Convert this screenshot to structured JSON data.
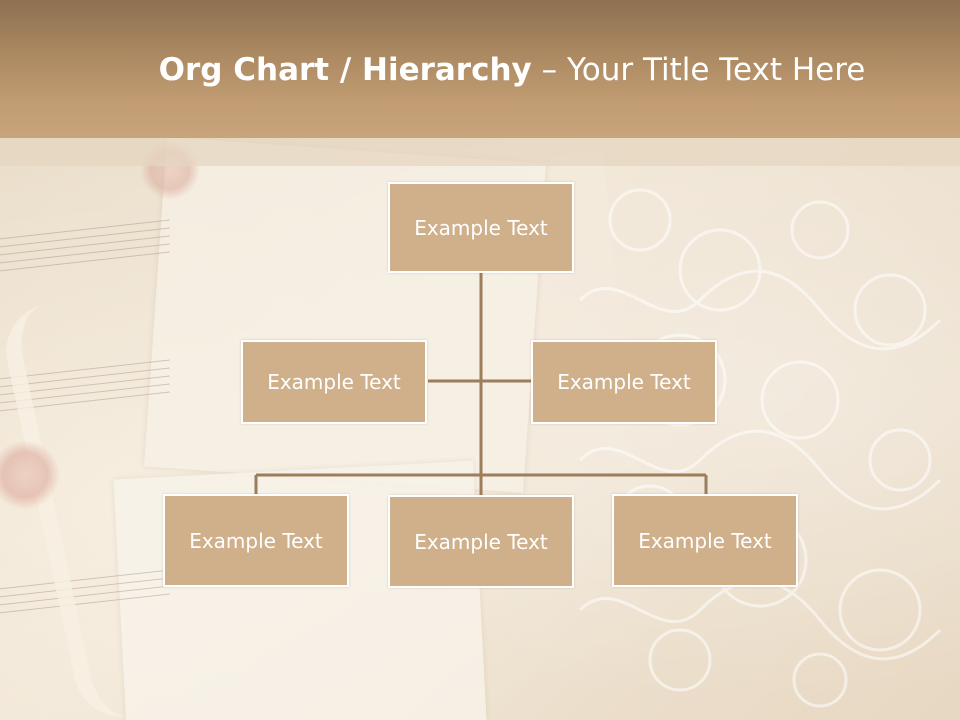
{
  "slide": {
    "title_bold": "Org Chart / Hierarchy",
    "title_dash": " – ",
    "title_rest": "Your Title Text Here"
  },
  "colors": {
    "header": "#b18e66",
    "node_fill": "#cfb08b",
    "node_border": "#ffffff",
    "connector": "#9c7d5c",
    "text": "#ffffff"
  },
  "org_chart": {
    "root": {
      "label": "Example Text"
    },
    "assistants": [
      {
        "label": "Example Text"
      },
      {
        "label": "Example Text"
      }
    ],
    "children": [
      {
        "label": "Example Text"
      },
      {
        "label": "Example Text"
      },
      {
        "label": "Example Text"
      }
    ]
  }
}
